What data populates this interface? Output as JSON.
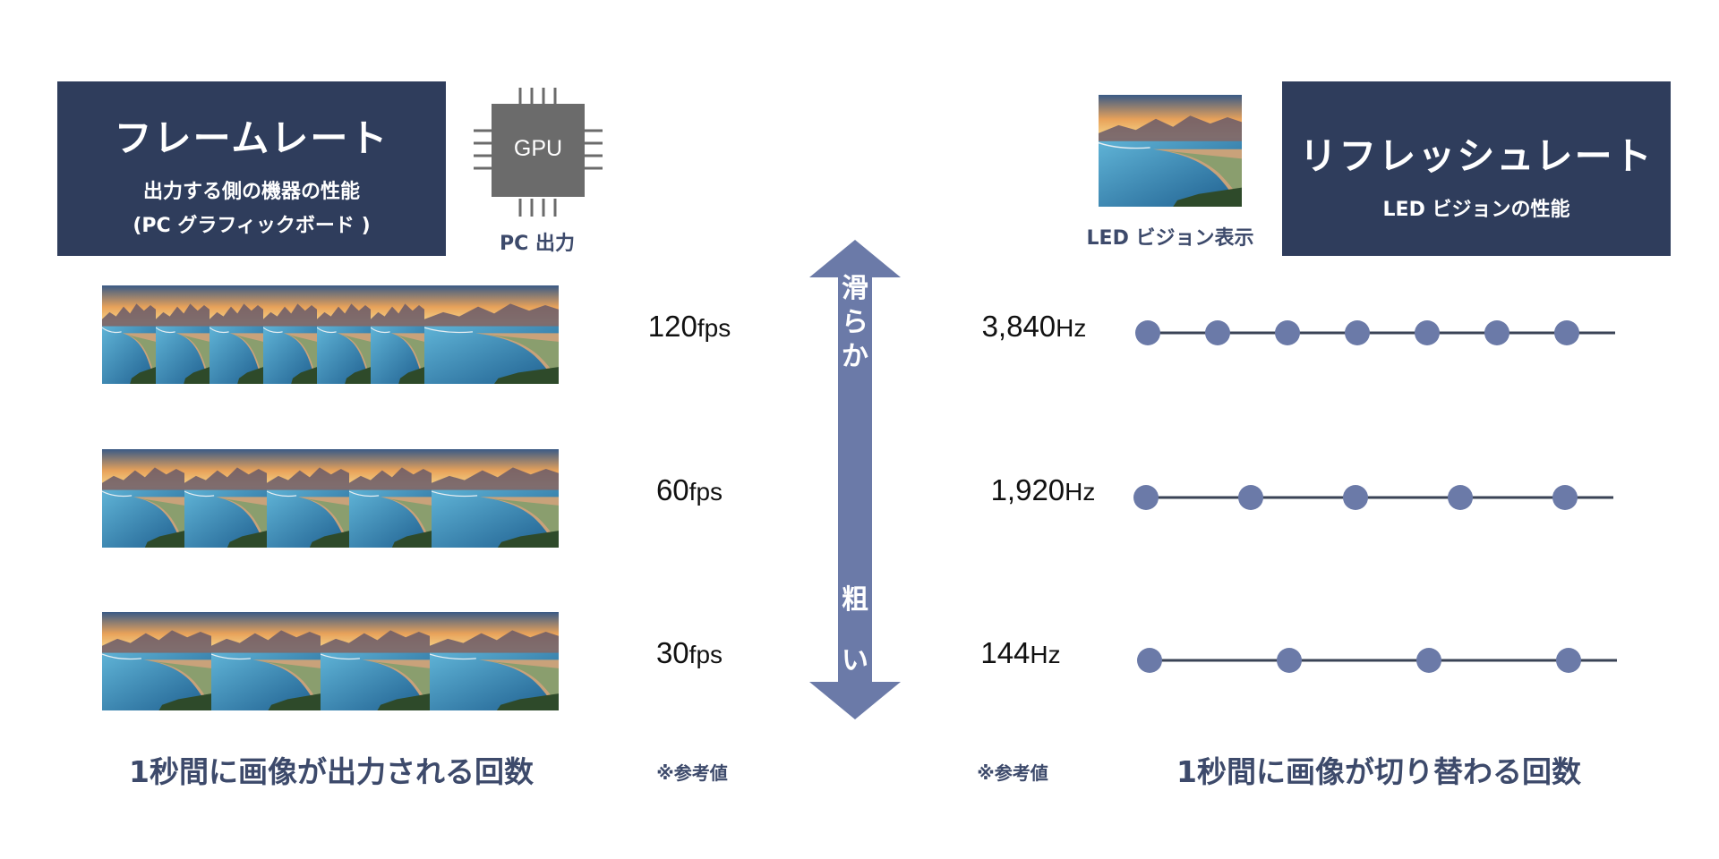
{
  "framerate": {
    "title": "フレームレート",
    "subtitle_line1": "出力する側の機器の性能",
    "subtitle_line2": "(PC グラフィックボード )"
  },
  "gpu": {
    "chip_label": "GPU",
    "caption": "PC 出力",
    "icon": "gpu-chip-icon"
  },
  "refresh": {
    "title": "リフレッシュレート",
    "subtitle": "LED ビジョンの性能"
  },
  "led": {
    "caption": "LED ビジョン表示"
  },
  "arrow": {
    "top_chars": [
      "滑",
      "ら",
      "か"
    ],
    "bottom_chars": [
      "粗",
      "い"
    ],
    "color": "#6b7aa8"
  },
  "fps_rows": [
    {
      "num": "120",
      "unit": "fps",
      "frames": 7
    },
    {
      "num": "60",
      "unit": "fps",
      "frames": 5
    },
    {
      "num": "30",
      "unit": "fps",
      "frames": 4
    }
  ],
  "hz_rows": [
    {
      "num": "3,840",
      "unit": "Hz",
      "dots": 7
    },
    {
      "num": "1,920",
      "unit": "Hz",
      "dots": 5
    },
    {
      "num": "144",
      "unit": "Hz",
      "dots": 4
    }
  ],
  "notes": {
    "left": "※参考値",
    "right": "※参考値"
  },
  "captions": {
    "left": "1秒間に画像が出力される回数",
    "right": "1秒間に画像が切り替わる回数"
  },
  "colors": {
    "navy": "#2f3d5c",
    "dot": "#6b7aa8",
    "line": "#3a4356"
  }
}
